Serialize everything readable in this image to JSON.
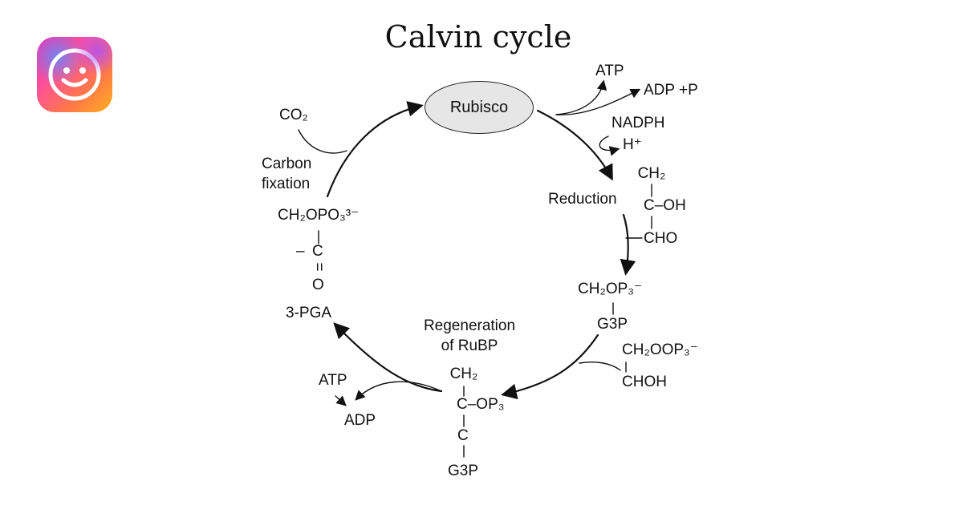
{
  "title": "Calvin cycle",
  "logo": {
    "icon": "smiley-face-icon",
    "colors": [
      "#f02fb0",
      "#ff7a45",
      "#ffb020",
      "#5a8cff"
    ]
  },
  "center_enzyme": "Rubisco",
  "labels": {
    "atp_top": "ATP",
    "adp_top": "ADP +P",
    "nadph": "NADPH",
    "h_plus": "H⁺",
    "co2": "CO₂",
    "carbon_fixation_1": "Carbon",
    "carbon_fixation_2": "fixation",
    "reduction": "Reduction",
    "regeneration_1": "Regeneration",
    "regeneration_2": "of RuBP",
    "atp_bottom": "ATP",
    "adp_bottom": "ADP",
    "pga": "3-PGA",
    "g3p_right": "G3P"
  },
  "molecules": {
    "reduction_struct": {
      "top": "CH₂",
      "mid": "C–OH",
      "bottom": "CHO"
    },
    "g3p_phosphate": "CH₂OP₃⁻",
    "side_struct": {
      "top": "CH₂OOP₃⁻",
      "bottom": "CHOH"
    },
    "ribp_struct": {
      "top": "CH₂",
      "mid": "C–OP₃",
      "c": "C",
      "bottom": "G3P"
    },
    "pga_struct": {
      "top": "CH₂OPO₃³⁻",
      "mid": "C",
      "eq": "=",
      "bottom": "O",
      "minus": "–"
    }
  },
  "colors": {
    "line": "#111111",
    "rubisco_fill": "#e6e6e6"
  }
}
